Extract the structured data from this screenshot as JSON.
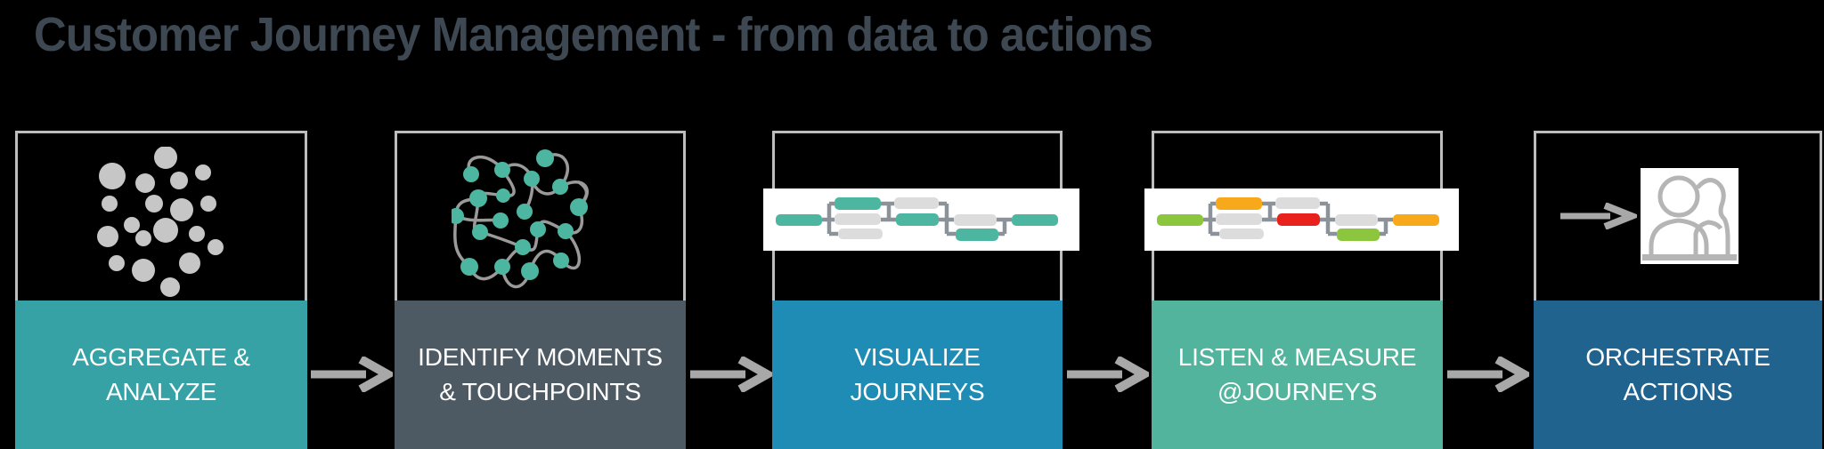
{
  "title": {
    "text": "Customer Journey Management - from data to actions",
    "color": "#3d4852"
  },
  "background_color": "#000000",
  "steps": [
    {
      "id": "aggregate-analyze",
      "label_line1": "AGGREGATE &",
      "label_line2": "ANALYZE",
      "label_bg": "#36a2a5",
      "icon": "scatter-dots-icon"
    },
    {
      "id": "identify-moments-touchpoints",
      "label_line1": "IDENTIFY MOMENTS",
      "label_line2": "& TOUCHPOINTS",
      "label_bg": "#4d5a64",
      "icon": "network-graph-icon"
    },
    {
      "id": "visualize-journeys",
      "label_line1": "VISUALIZE",
      "label_line2": "JOURNEYS",
      "label_bg": "#1e8cb5",
      "icon": "journey-flowchart-icon"
    },
    {
      "id": "listen-measure-journeys",
      "label_line1": "LISTEN & MEASURE",
      "label_line2": "@JOURNEYS",
      "label_bg": "#52b49c",
      "icon": "journey-flowchart-colored-icon"
    },
    {
      "id": "orchestrate-actions",
      "label_line1": "ORCHESTRATE",
      "label_line2": "ACTIONS",
      "label_bg": "#20638f",
      "icon": "arrow-to-audience-icon"
    }
  ],
  "arrows": {
    "count": 4,
    "direction": "right",
    "color": "#a8a8a8"
  },
  "palette": {
    "title_color": "#3d4852",
    "frame_border": "#bdbdbd",
    "arrow_gray": "#a8a8a8",
    "dots_gray": "#c6c6c6",
    "node_teal": "#4db6a0",
    "line_gray": "#9a9a9a",
    "connector_gray": "#8b9299",
    "chip_gray": "#dcdcdc",
    "lt_green": "#8cc63e",
    "amber": "#f7a81b",
    "red": "#e8211d",
    "person_gray": "#b5b5b5"
  }
}
